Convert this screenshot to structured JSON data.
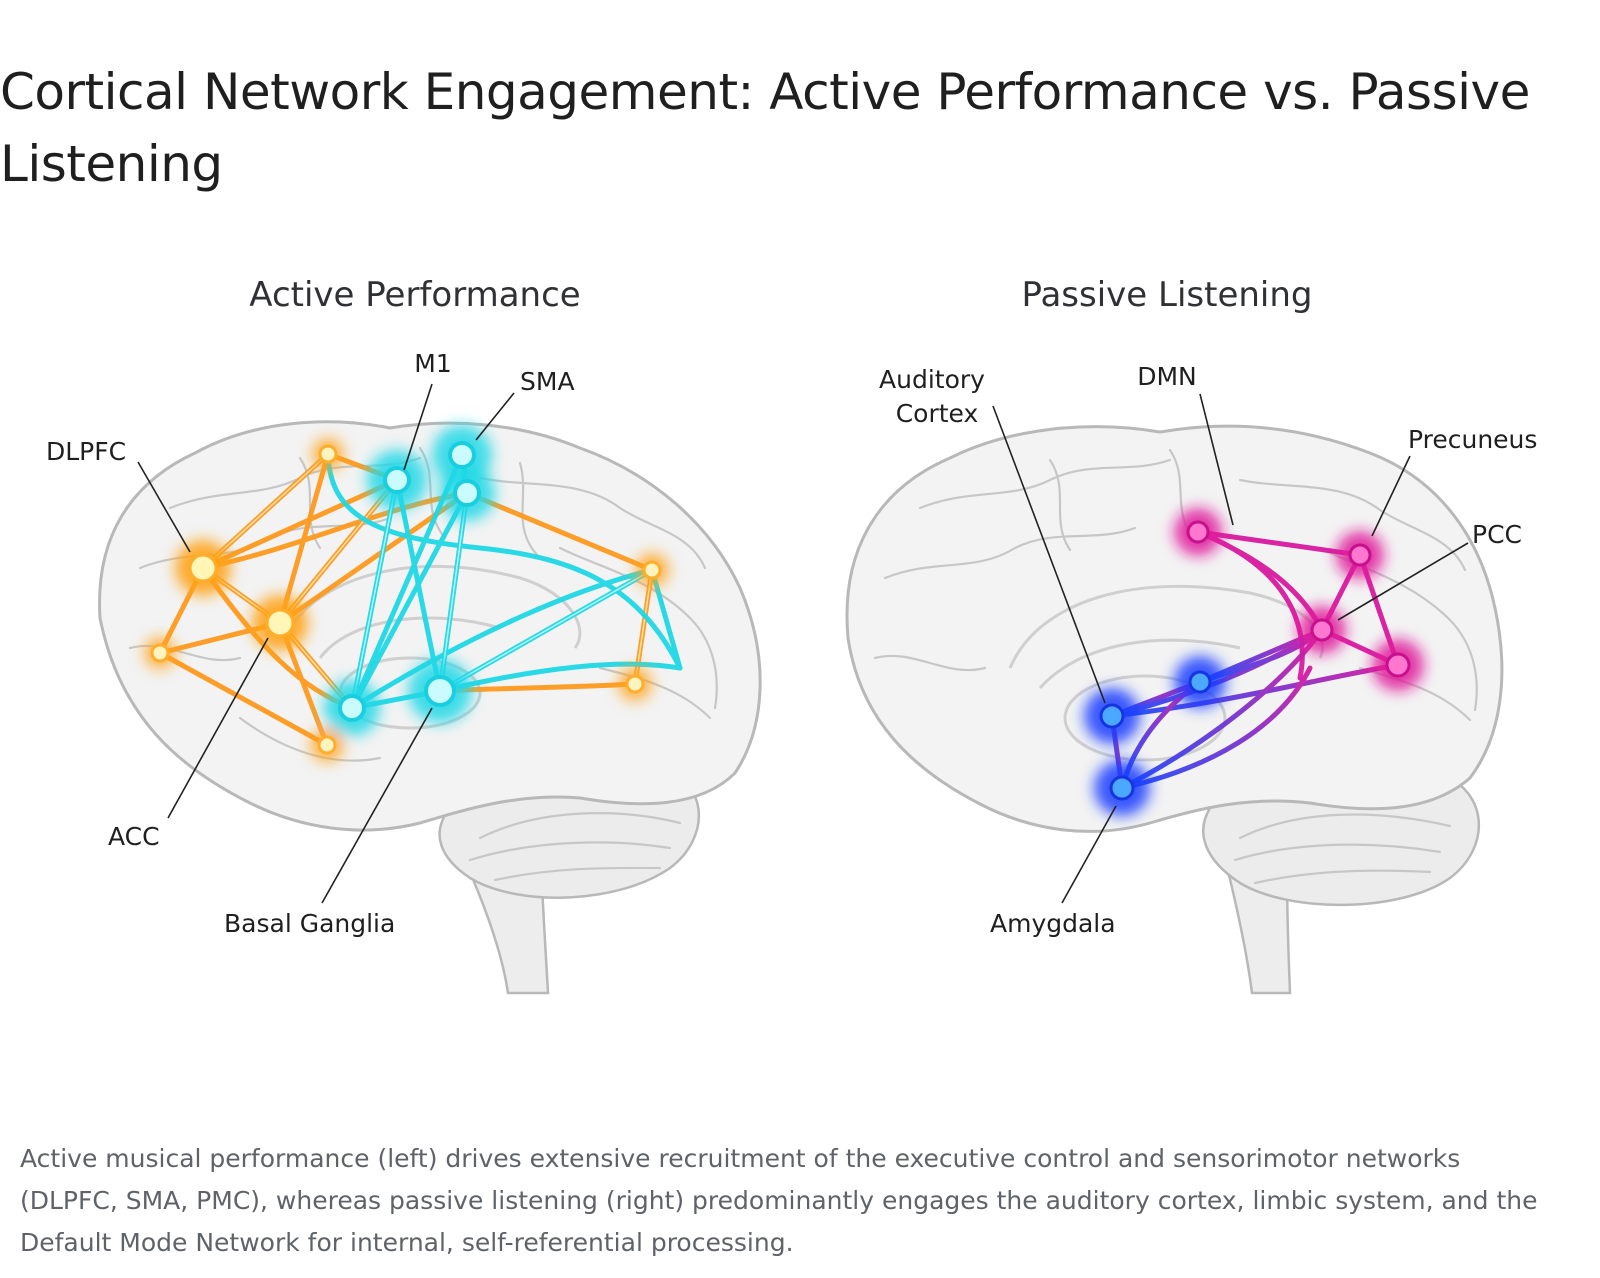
{
  "title": "Cortical Network Engagement: Active Performance vs. Passive Listening",
  "panels": {
    "left": {
      "title": "Active Performance",
      "labels": {
        "m1": "M1",
        "sma": "SMA",
        "dlpfc": "DLPFC",
        "acc": "ACC",
        "basal_ganglia": "Basal Ganglia"
      },
      "colors": {
        "executive": "#ff9a1f",
        "sensorimotor": "#1fd8e6"
      }
    },
    "right": {
      "title": "Passive Listening",
      "labels": {
        "auditory_1": "Auditory",
        "auditory_2": "Cortex",
        "dmn": "DMN",
        "precuneus": "Precuneus",
        "pcc": "PCC",
        "amygdala": "Amygdala"
      },
      "colors": {
        "default_mode": "#e0149a",
        "limbic_auditory": "#1a4cff"
      }
    }
  },
  "caption": "Active musical performance (left) drives extensive recruitment of the executive control and sensorimotor networks (DLPFC, SMA, PMC), whereas passive listening (right) predominantly engages the auditory cortex, limbic system, and the Default Mode Network for internal, self-referential processing."
}
